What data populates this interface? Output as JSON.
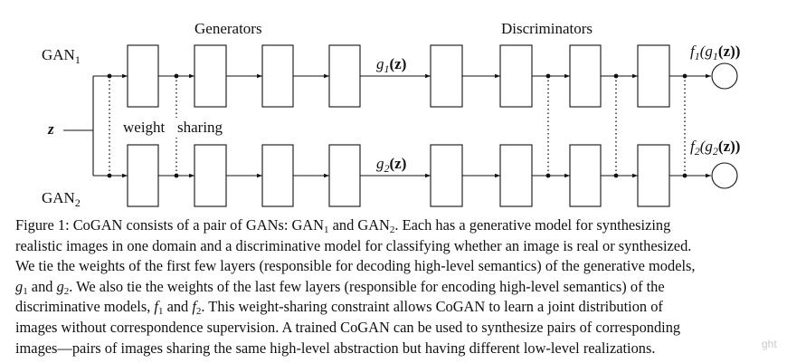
{
  "diagram": {
    "generators_label": "Generators",
    "discriminators_label": "Discriminators",
    "gan1_label": "GAN",
    "gan1_sub": "1",
    "gan2_label": "GAN",
    "gan2_sub": "2",
    "z_label": "z",
    "weight_sharing_label_a": "weight",
    "weight_sharing_label_b": "sharing",
    "g1_output": {
      "fn": "g",
      "sub": "1",
      "arg": "(z)"
    },
    "g2_output": {
      "fn": "g",
      "sub": "2",
      "arg": "(z)"
    },
    "f1_output": {
      "fn": "f",
      "sub": "1",
      "open": "(g",
      "inner_sub": "1",
      "arg": "(z))"
    },
    "f2_output": {
      "fn": "f",
      "sub": "2",
      "open": "(g",
      "inner_sub": "2",
      "arg": "(z))"
    }
  },
  "caption": {
    "l1_a": "Figure 1: CoGAN consists of a pair of GANs: GAN",
    "l1_s1": "1",
    "l1_b": " and GAN",
    "l1_s2": "2",
    "l1_c": ". Each has a generative model for synthesizing",
    "l2": "realistic images in one domain and a discriminative model for classifying whether an image is real or synthesized.",
    "l3": "We tie the weights of the first few layers (responsible for decoding high-level semantics) of the generative models,",
    "l4_g1": "g",
    "l4_s1": "1",
    "l4_and": " and ",
    "l4_g2": "g",
    "l4_s2": "2",
    "l4_rest": ". We also tie the weights of the last few layers (responsible for encoding high-level semantics) of the",
    "l5_a": "discriminative models, ",
    "l5_f1": "f",
    "l5_s1": "1",
    "l5_and": " and ",
    "l5_f2": "f",
    "l5_s2": "2",
    "l5_rest": ". This weight-sharing constraint allows CoGAN to learn a joint distribution of",
    "l6": "images without correspondence supervision. A trained CoGAN can be used to synthesize pairs of corresponding",
    "l7": "images—pairs of images sharing the same high-level abstraction but having different low-level realizations."
  },
  "watermark": "ght"
}
